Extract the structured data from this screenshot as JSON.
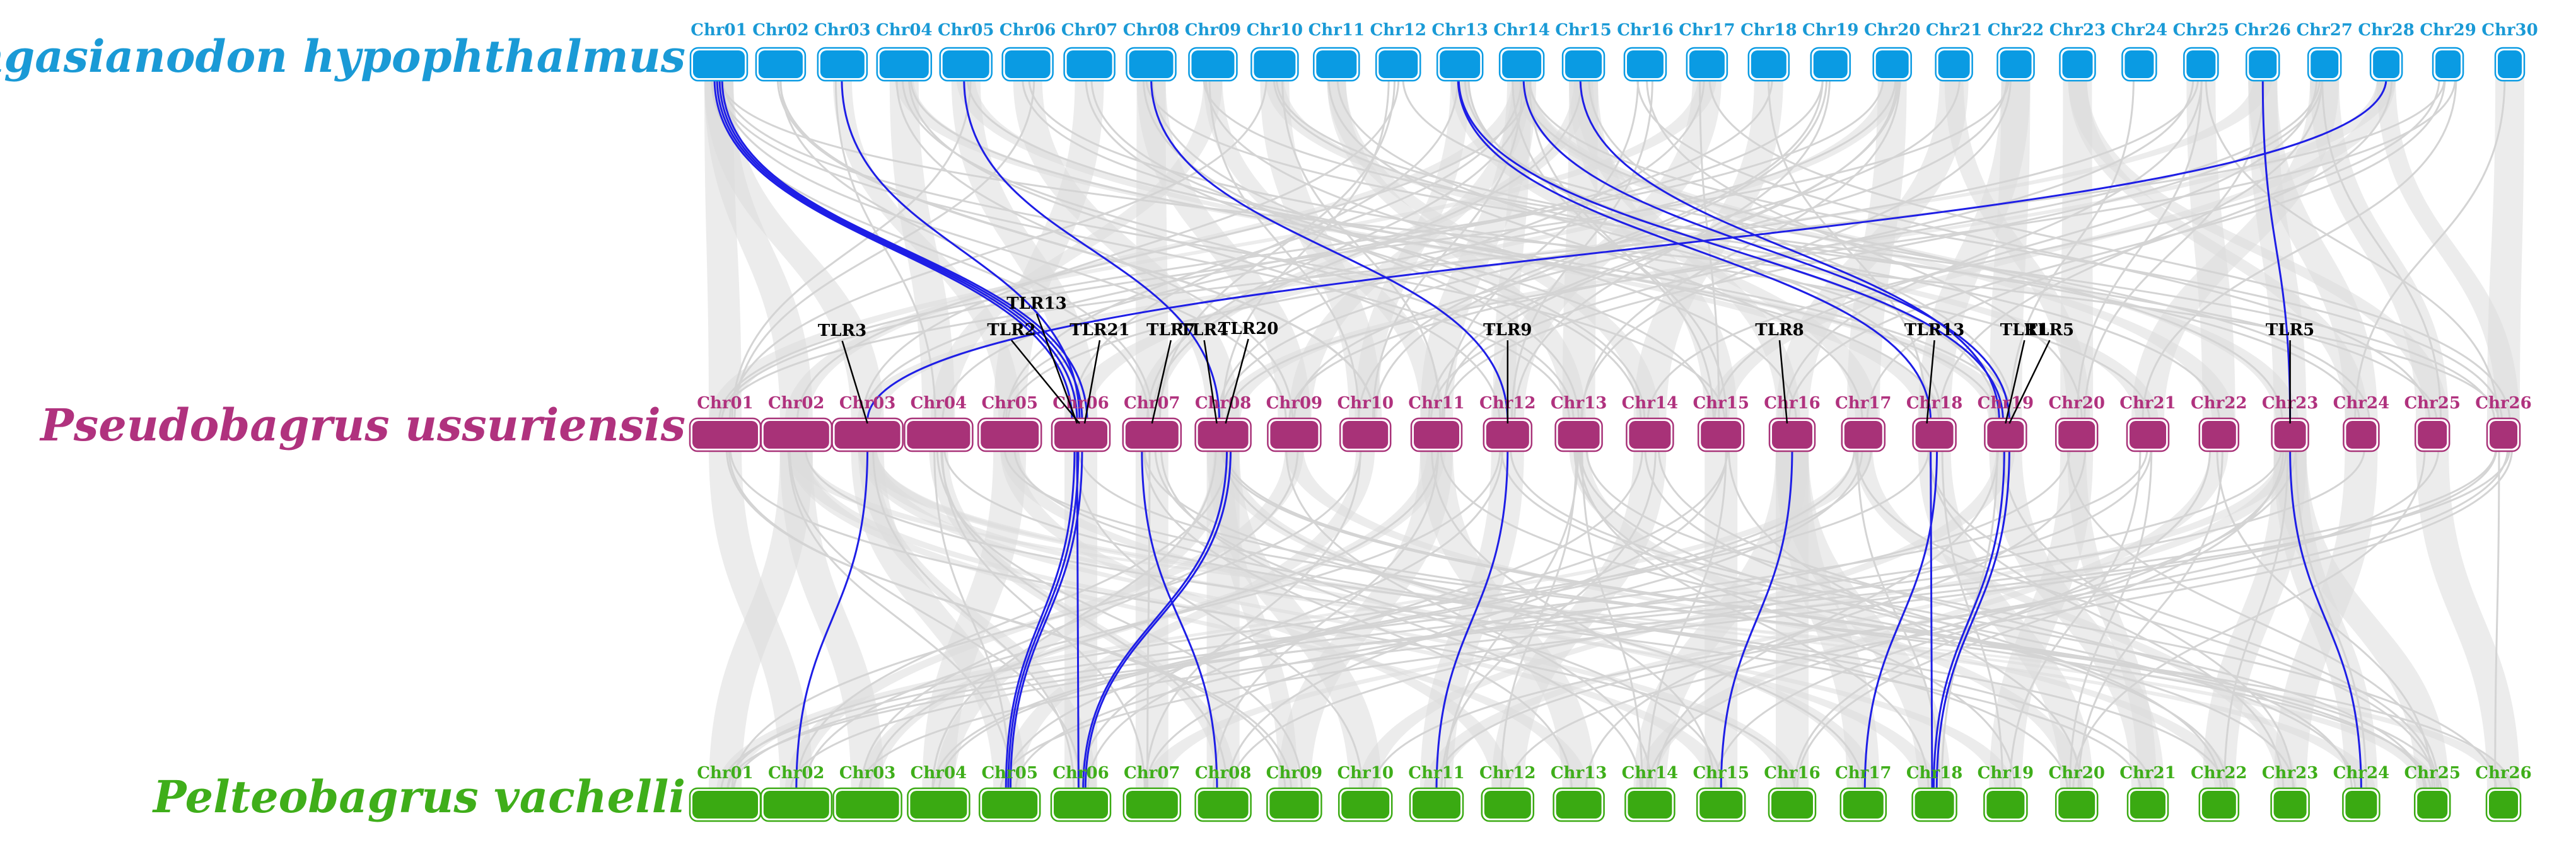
{
  "genomes": [
    {
      "name": "Pangasianodon hypophthalmus",
      "color": "#1a9ad6",
      "chromosomes": [
        "Chr01",
        "Chr02",
        "Chr03",
        "Chr04",
        "Chr05",
        "Chr06",
        "Chr07",
        "Chr08",
        "Chr09",
        "Chr10",
        "Chr11",
        "Chr12",
        "Chr13",
        "Chr14",
        "Chr15",
        "Chr16",
        "Chr17",
        "Chr18",
        "Chr19",
        "Chr20",
        "Chr21",
        "Chr22",
        "Chr23",
        "Chr24",
        "Chr25",
        "Chr26",
        "Chr27",
        "Chr28",
        "Chr29",
        "Chr30"
      ]
    },
    {
      "name": "Pseudobagrus ussuriensis",
      "color": "#b0327e",
      "chromosomes": [
        "Chr01",
        "Chr02",
        "Chr03",
        "Chr04",
        "Chr05",
        "Chr06",
        "Chr07",
        "Chr08",
        "Chr09",
        "Chr10",
        "Chr11",
        "Chr12",
        "Chr13",
        "Chr14",
        "Chr15",
        "Chr16",
        "Chr17",
        "Chr18",
        "Chr19",
        "Chr20",
        "Chr21",
        "Chr22",
        "Chr23",
        "Chr24",
        "Chr25",
        "Chr26"
      ]
    },
    {
      "name": "Pelteobagrus vachelli",
      "color": "#3fae1a",
      "chromosomes": [
        "Chr01",
        "Chr02",
        "Chr03",
        "Chr04",
        "Chr05",
        "Chr06",
        "Chr07",
        "Chr08",
        "Chr09",
        "Chr10",
        "Chr11",
        "Chr12",
        "Chr13",
        "Chr14",
        "Chr15",
        "Chr16",
        "Chr17",
        "Chr18",
        "Chr19",
        "Chr20",
        "Chr21",
        "Chr22",
        "Chr23",
        "Chr24",
        "Chr25",
        "Chr26"
      ]
    }
  ],
  "tlr_genes": [
    {
      "name": "TLR3",
      "chr": "Chr03"
    },
    {
      "name": "TLR13",
      "chr": "Chr06"
    },
    {
      "name": "TLR2",
      "chr": "Chr06"
    },
    {
      "name": "TLR21",
      "chr": "Chr06"
    },
    {
      "name": "TLR7",
      "chr": "Chr07"
    },
    {
      "name": "TLR4",
      "chr": "Chr08"
    },
    {
      "name": "TLR20",
      "chr": "Chr08"
    },
    {
      "name": "TLR9",
      "chr": "Chr12"
    },
    {
      "name": "TLR8",
      "chr": "Chr16"
    },
    {
      "name": "TLR13",
      "chr": "Chr18"
    },
    {
      "name": "TLR1",
      "chr": "Chr19"
    },
    {
      "name": "TLR5",
      "chr": "Chr19"
    },
    {
      "name": "TLR5",
      "chr": "Chr23"
    }
  ],
  "colors": {
    "synteny_background": "#dcdcdc",
    "tlr_link": "#1e1ee6",
    "label_line": "#000000"
  }
}
